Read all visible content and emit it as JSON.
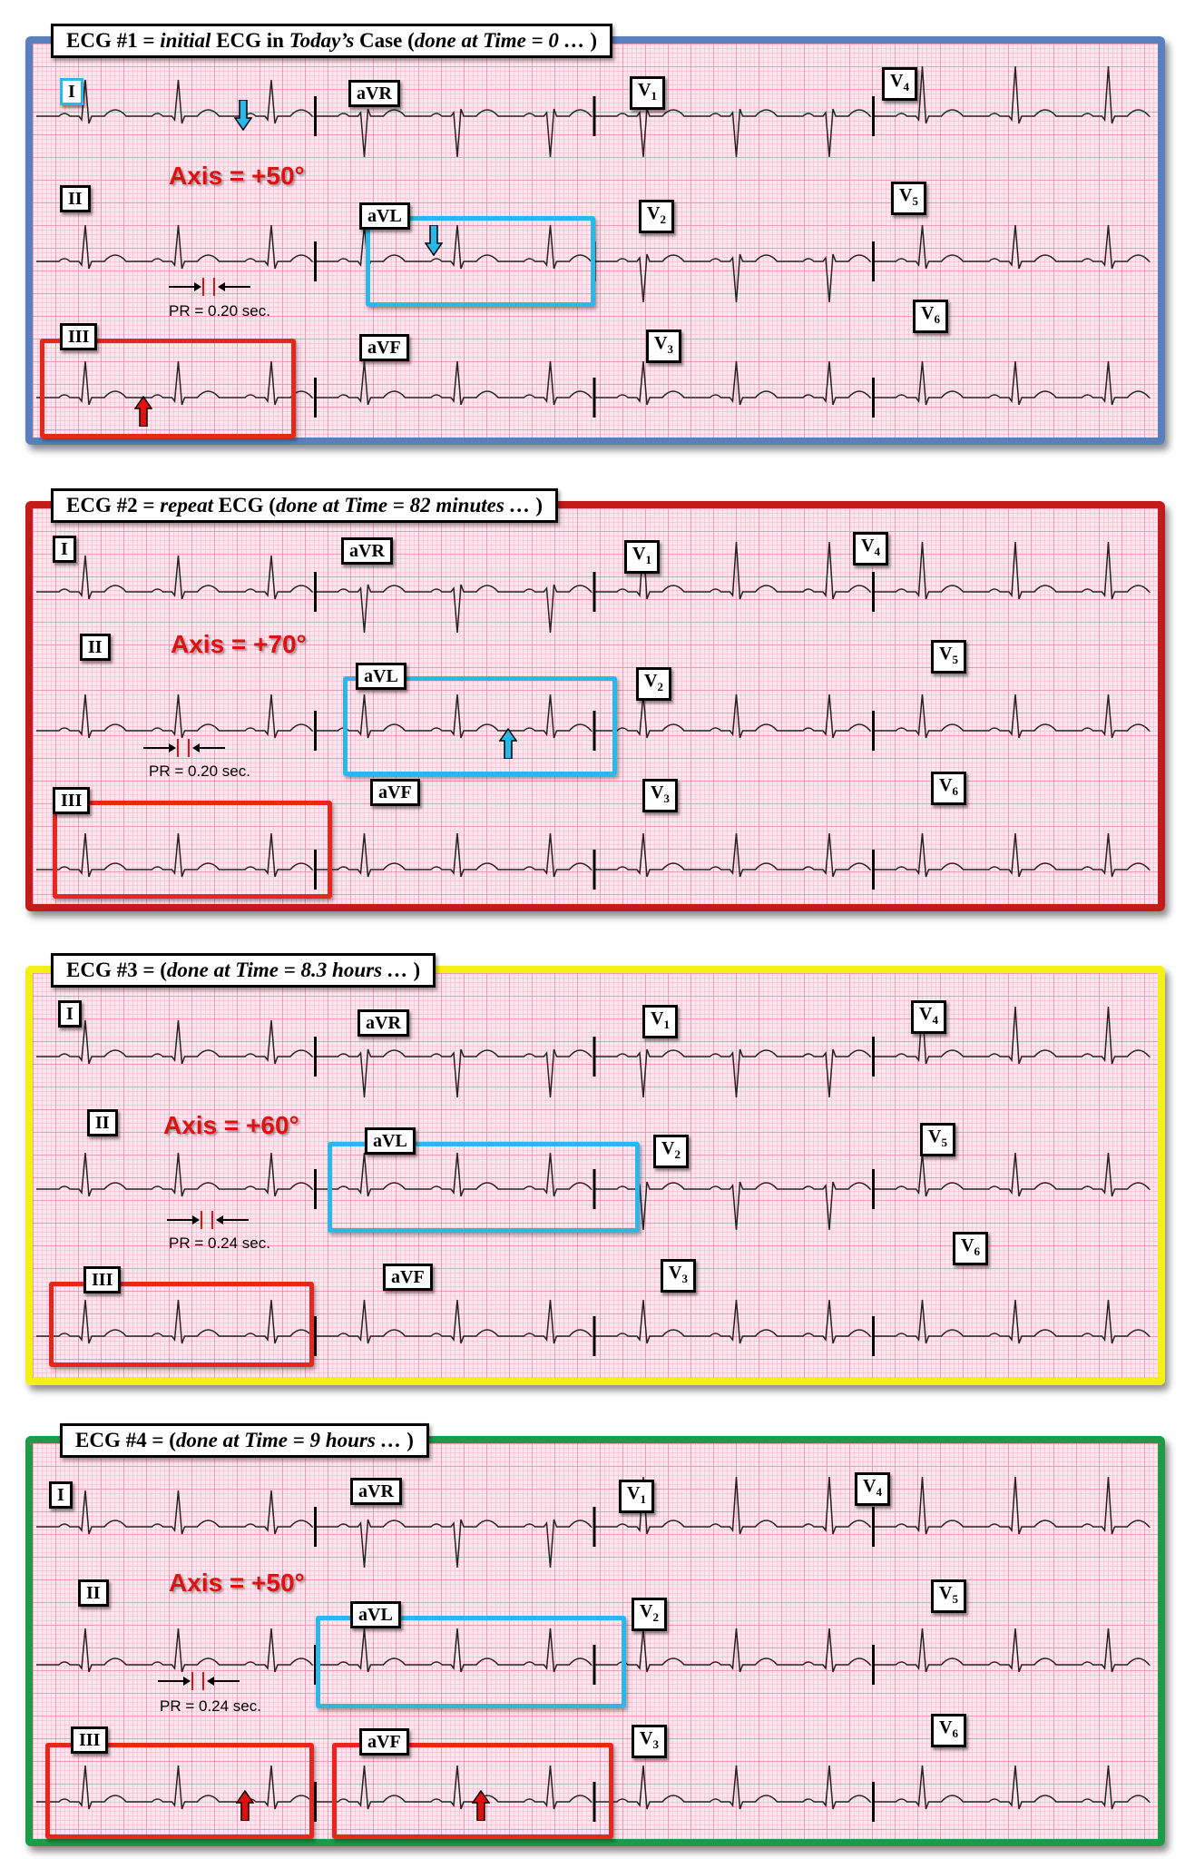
{
  "colors": {
    "ecg1": "#5a7fbf",
    "ecg2": "#c31a1a",
    "ecg3": "#f4f014",
    "ecg4": "#1f9a48",
    "blue_box": "#2ab7ea",
    "red_box": "#e8261c"
  },
  "ecg1": {
    "title_pre": "ECG #1 = ",
    "title_em1": "initial",
    "title_mid": " ECG in ",
    "title_em2": "Today’s",
    "title_mid2": " Case (",
    "title_em3": "done at Time = 0 …",
    "title_end": " )",
    "axis": "Axis = +50°",
    "pr": "PR = 0.20 sec."
  },
  "ecg2": {
    "title_pre": "ECG #2 = ",
    "title_em1": "repeat",
    "title_mid": " ECG (",
    "title_em2": "done at Time = 82 minutes …",
    "title_end": " )",
    "axis": "Axis = +70°",
    "pr": "PR = 0.20 sec."
  },
  "ecg3": {
    "title_pre": "ECG #3 = (",
    "title_em1": "done at Time = 8.3 hours …",
    "title_end": " )",
    "axis": "Axis = +60°",
    "pr": "PR = 0.24 sec."
  },
  "ecg4": {
    "title_pre": "ECG #4 = (",
    "title_em1": "done at Time = 9 hours …",
    "title_end": " )",
    "axis": "Axis = +50°",
    "pr": "PR = 0.24 sec."
  },
  "leads": {
    "I": "I",
    "II": "II",
    "III": "III",
    "aVR": "aVR",
    "aVL": "aVL",
    "aVF": "aVF",
    "V": "V",
    "n1": "1",
    "n2": "2",
    "n3": "3",
    "n4": "4",
    "n5": "5",
    "n6": "6"
  },
  "arrows": {
    "ecg1": [
      "blue-down",
      "blue-down",
      "red-up"
    ],
    "ecg2": [
      "blue-up"
    ],
    "ecg4": [
      "red-up",
      "red-up"
    ]
  }
}
